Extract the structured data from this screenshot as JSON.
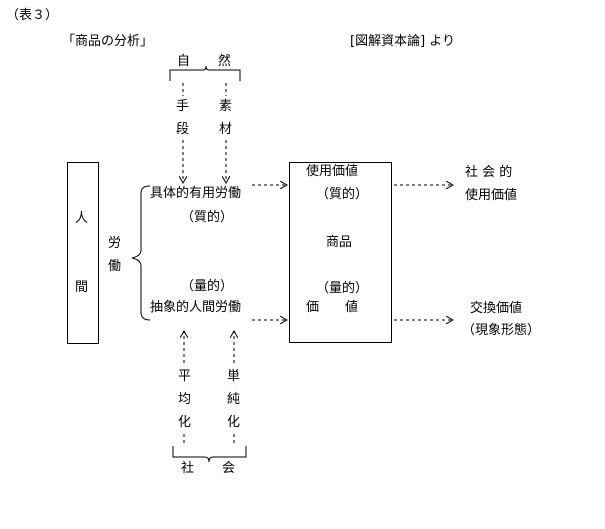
{
  "table_label": "（表３）",
  "left_title": "「商品の分析」",
  "right_title": "[図解資本論] より",
  "top_brace": {
    "left": "自",
    "right": "然"
  },
  "top_inputs": {
    "left": [
      "手",
      "段"
    ],
    "right": [
      "素",
      "材"
    ]
  },
  "human_box": [
    "人",
    "間"
  ],
  "labor": [
    "労",
    "働"
  ],
  "concrete_labor": {
    "name": "具体的有用労働",
    "quality": "（質的）"
  },
  "abstract_labor": {
    "quality": "（量的）",
    "name": "抽象的人間労働"
  },
  "commodity": {
    "use_value": "使用価値",
    "quality": "（質的）",
    "center": "商品",
    "quantity": "（量的）",
    "value": "価　　値"
  },
  "outputs": {
    "social": "社 会 的",
    "use_value": "使用価値",
    "exchange_value": "交換価値",
    "phenomenal_form": "（現象形態）"
  },
  "bottom_inputs": {
    "left": [
      "平",
      "均",
      "化"
    ],
    "right": [
      "単",
      "純",
      "化"
    ]
  },
  "bottom_brace": {
    "left": "社",
    "right": "会"
  }
}
